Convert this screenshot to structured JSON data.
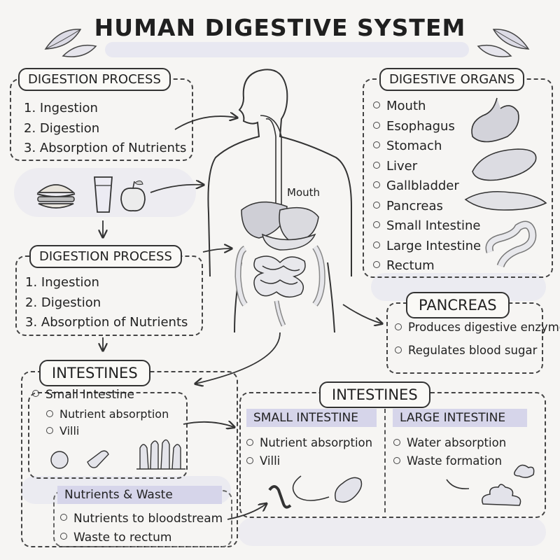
{
  "title": "HUMAN DIGESTIVE SYSTEM",
  "process_top": {
    "heading": "DIGESTION PROCESS",
    "steps": [
      "1. Ingestion",
      "2. Digestion",
      "3. Absorption of Nutrients"
    ]
  },
  "process_mid": {
    "heading": "DIGESTION PROCESS",
    "steps": [
      "1. Ingestion",
      "2. Digestion",
      "3. Absorption of Nutrients"
    ]
  },
  "body_label": "Mouth",
  "organs": {
    "heading": "DIGESTIVE ORGANS",
    "items": [
      "Mouth",
      "Esophagus",
      "Stomach",
      "Liver",
      "Gallbladder",
      "Pancreas",
      "Small Intestine",
      "Large Intestine",
      "Rectum"
    ]
  },
  "pancreas": {
    "heading": "PANCREAS",
    "items": [
      "Produces digestive enzymes",
      "Regulates blood sugar"
    ]
  },
  "intestines_left": {
    "heading": "INTESTINES",
    "item": "Small Intestine",
    "subitems": [
      "Nutrient absorption",
      "Villi"
    ]
  },
  "nutrients_waste": {
    "heading": "Nutrients & Waste",
    "items": [
      "Nutrients to bloodstream",
      "Waste to rectum"
    ]
  },
  "intestines_right": {
    "heading": "INTESTINES",
    "small": {
      "heading": "SMALL INTESTINE",
      "items": [
        "Nutrient absorption",
        "Villi"
      ]
    },
    "large": {
      "heading": "LARGE INTESTINE",
      "items": [
        "Water absorption",
        "Waste formation"
      ]
    }
  }
}
